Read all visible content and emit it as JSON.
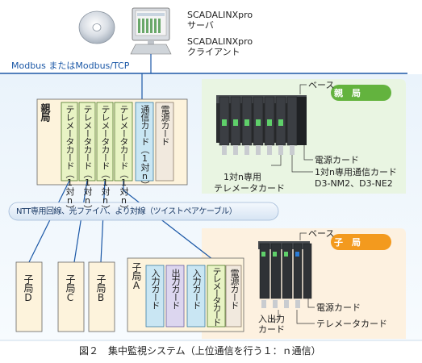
{
  "server": {
    "name": "SCADALINXpro",
    "role": "サーバ"
  },
  "client": {
    "name": "SCADALINXpro",
    "role": "クライアント"
  },
  "bus_label": "Modbus またはModbus/TCP",
  "parent": {
    "title": "親局",
    "badge": "親　局",
    "cards": [
      "テレメータカード（1対n）",
      "テレメータカード（1対n）",
      "テレメータカード（1対n）",
      "テレメータカード（1対n）",
      "通信カード（1対n）",
      "電源カード"
    ],
    "photo_labels": {
      "base": "ベース",
      "power": "電源カード",
      "telemeter_1": "1対n専用",
      "telemeter_2": "テレメータカード",
      "comm_1": "1対n専用通信カード",
      "comm_2": "D3-NM2、D3-NE2"
    }
  },
  "network_label": "NTT専用回線、光ファイバ、より対線（ツイストペアケーブル）",
  "children": [
    {
      "title": "子局D"
    },
    {
      "title": "子局C"
    },
    {
      "title": "子局B"
    },
    {
      "title": "子局A",
      "cards": [
        "入力カード",
        "出力カード",
        "入力カード",
        "テレメータカード",
        "電源カード"
      ]
    }
  ],
  "child_panel": {
    "badge": "子　局",
    "photo_labels": {
      "base": "ベース",
      "power": "電源カード",
      "io_1": "入出力",
      "io_2": "カード",
      "telemeter": "テレメータカード"
    }
  },
  "caption": "図２　集中監視システム（上位通信を行う１：ｎ通信）",
  "colors": {
    "green_card": "#e8f3c4",
    "blue_card": "#c9e6f3",
    "purple_card": "#dcd6ef",
    "peach_box": "#fdf3dc",
    "panel": "#e9f5e2",
    "badge_green": "#63b33e",
    "badge_orange": "#f39a1e",
    "line": "#1a57a6"
  }
}
